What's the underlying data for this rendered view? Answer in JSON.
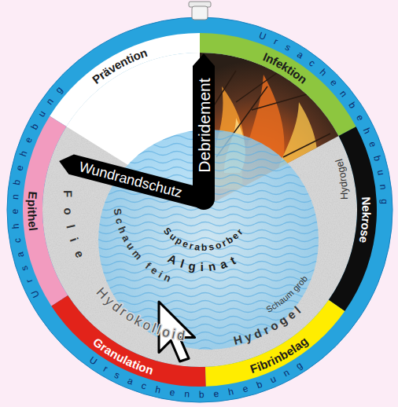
{
  "diagram": {
    "nodes": [
      {
        "text": [
          "Prävention"
        ]
      },
      {
        "text": [
          "Infektion"
        ]
      },
      {
        "text": [
          "Debridement"
        ]
      },
      {
        "text": [
          "Wundrandschutz"
        ]
      },
      {
        "text": [
          "Epithel"
        ]
      },
      {
        "text": [
          "Nekrose"
        ]
      },
      {
        "text": [
          "Granulation"
        ]
      },
      {
        "text": [
          "Fibrinbelag"
        ]
      }
    ],
    "labels": [
      "Ursachenbehebung",
      "Ursachenbehebung",
      "Folie",
      "Schaum fein",
      "Superabsorber",
      "Alginat",
      "Hydrogel",
      "Schaum grob",
      "Hydrokolloid",
      "Hydrogel",
      "Ursachenbehebung"
    ]
  }
}
